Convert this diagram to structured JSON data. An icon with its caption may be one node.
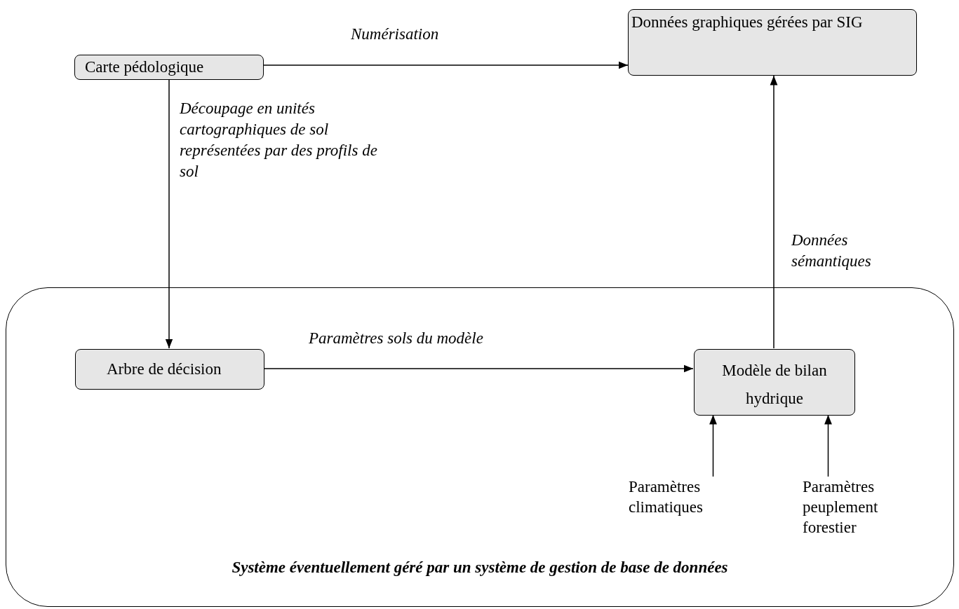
{
  "diagram": {
    "nodes": [
      {
        "text": [
          "Carte pédologique"
        ]
      },
      {
        "text": [
          "Données graphiques gérées par SIG"
        ]
      },
      {
        "text": [
          "Système éventuellement géré par un système de gestion de base de données"
        ]
      },
      {
        "text": [
          "Arbre de décision"
        ],
        "in": 2
      },
      {
        "text": [
          "Modèle de bilan hydrique"
        ],
        "in": 2
      },
      {
        "text": [
          "Paramètres climatiques"
        ],
        "in": 2
      },
      {
        "text": [
          "Paramètres peuplement forestier"
        ],
        "in": 2
      }
    ],
    "edges": [
      {
        "from": 0,
        "to": 1,
        "arrow": "to",
        "label": "Numérisation"
      },
      {
        "from": 0,
        "to": 3,
        "arrow": "to",
        "label": "Découpage en unités cartographiques de sol représentées par des profils de sol"
      },
      {
        "from": 3,
        "to": 4,
        "arrow": "to",
        "label": "Paramètres sols du modèle"
      },
      {
        "from": 4,
        "to": 1,
        "arrow": "to",
        "label": "Données sémantiques"
      },
      {
        "from": 5,
        "to": 4,
        "arrow": "to"
      },
      {
        "from": 6,
        "to": 4,
        "arrow": "to"
      }
    ]
  }
}
